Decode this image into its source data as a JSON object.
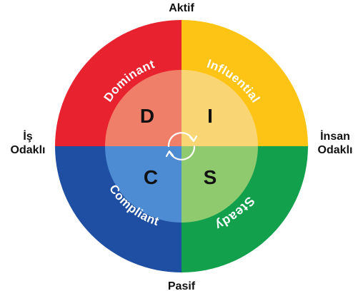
{
  "axes": {
    "top": "Aktif",
    "bottom": "Pasif",
    "left": [
      "İş",
      "Odaklı"
    ],
    "right": [
      "İnsan",
      "Odaklı"
    ]
  },
  "quadrants": [
    {
      "key": "D",
      "letter": "D",
      "name": "Dominant",
      "outer_color": "#e8232f",
      "inner_color": "#f07f6a"
    },
    {
      "key": "I",
      "letter": "I",
      "name": "Influential",
      "outer_color": "#fec415",
      "inner_color": "#f9d673"
    },
    {
      "key": "C",
      "letter": "C",
      "name": "Compliant",
      "outer_color": "#1f4fa2",
      "inner_color": "#4d8bd3"
    },
    {
      "key": "S",
      "letter": "S",
      "name": "Steady",
      "outer_color": "#12a04d",
      "inner_color": "#8fca6e"
    }
  ],
  "center_icon": "cycle-arrows-icon"
}
